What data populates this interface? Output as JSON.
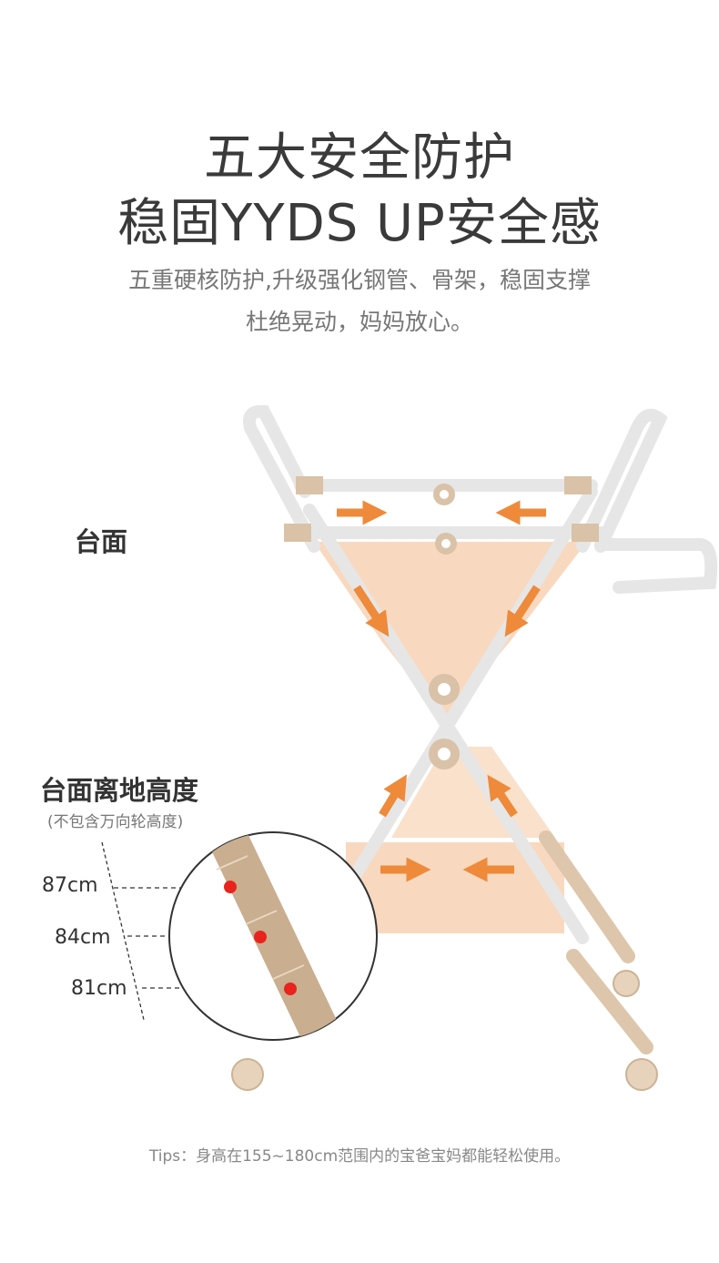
{
  "header": {
    "title_line1": "五大安全防护",
    "title_line2": "稳固YYDS UP安全感",
    "subtitle_line1": "五重硬核防护,升级强化钢管、骨架，稳固支撑",
    "subtitle_line2": "杜绝晃动，妈妈放心。"
  },
  "labels": {
    "tabletop": "台面",
    "height_title": "台面离地高度",
    "height_note": "(不包含万向轮高度)",
    "heights": [
      "87cm",
      "84cm",
      "81cm"
    ]
  },
  "tips": "Tips：身高在155~180cm范围内的宝爸宝妈都能轻松使用。",
  "colors": {
    "accent": "#ee8a3a",
    "panel": "#f8d9bf",
    "frame": "#f2f2f2",
    "joint": "#d9c2a7",
    "dot": "#e8241c"
  }
}
